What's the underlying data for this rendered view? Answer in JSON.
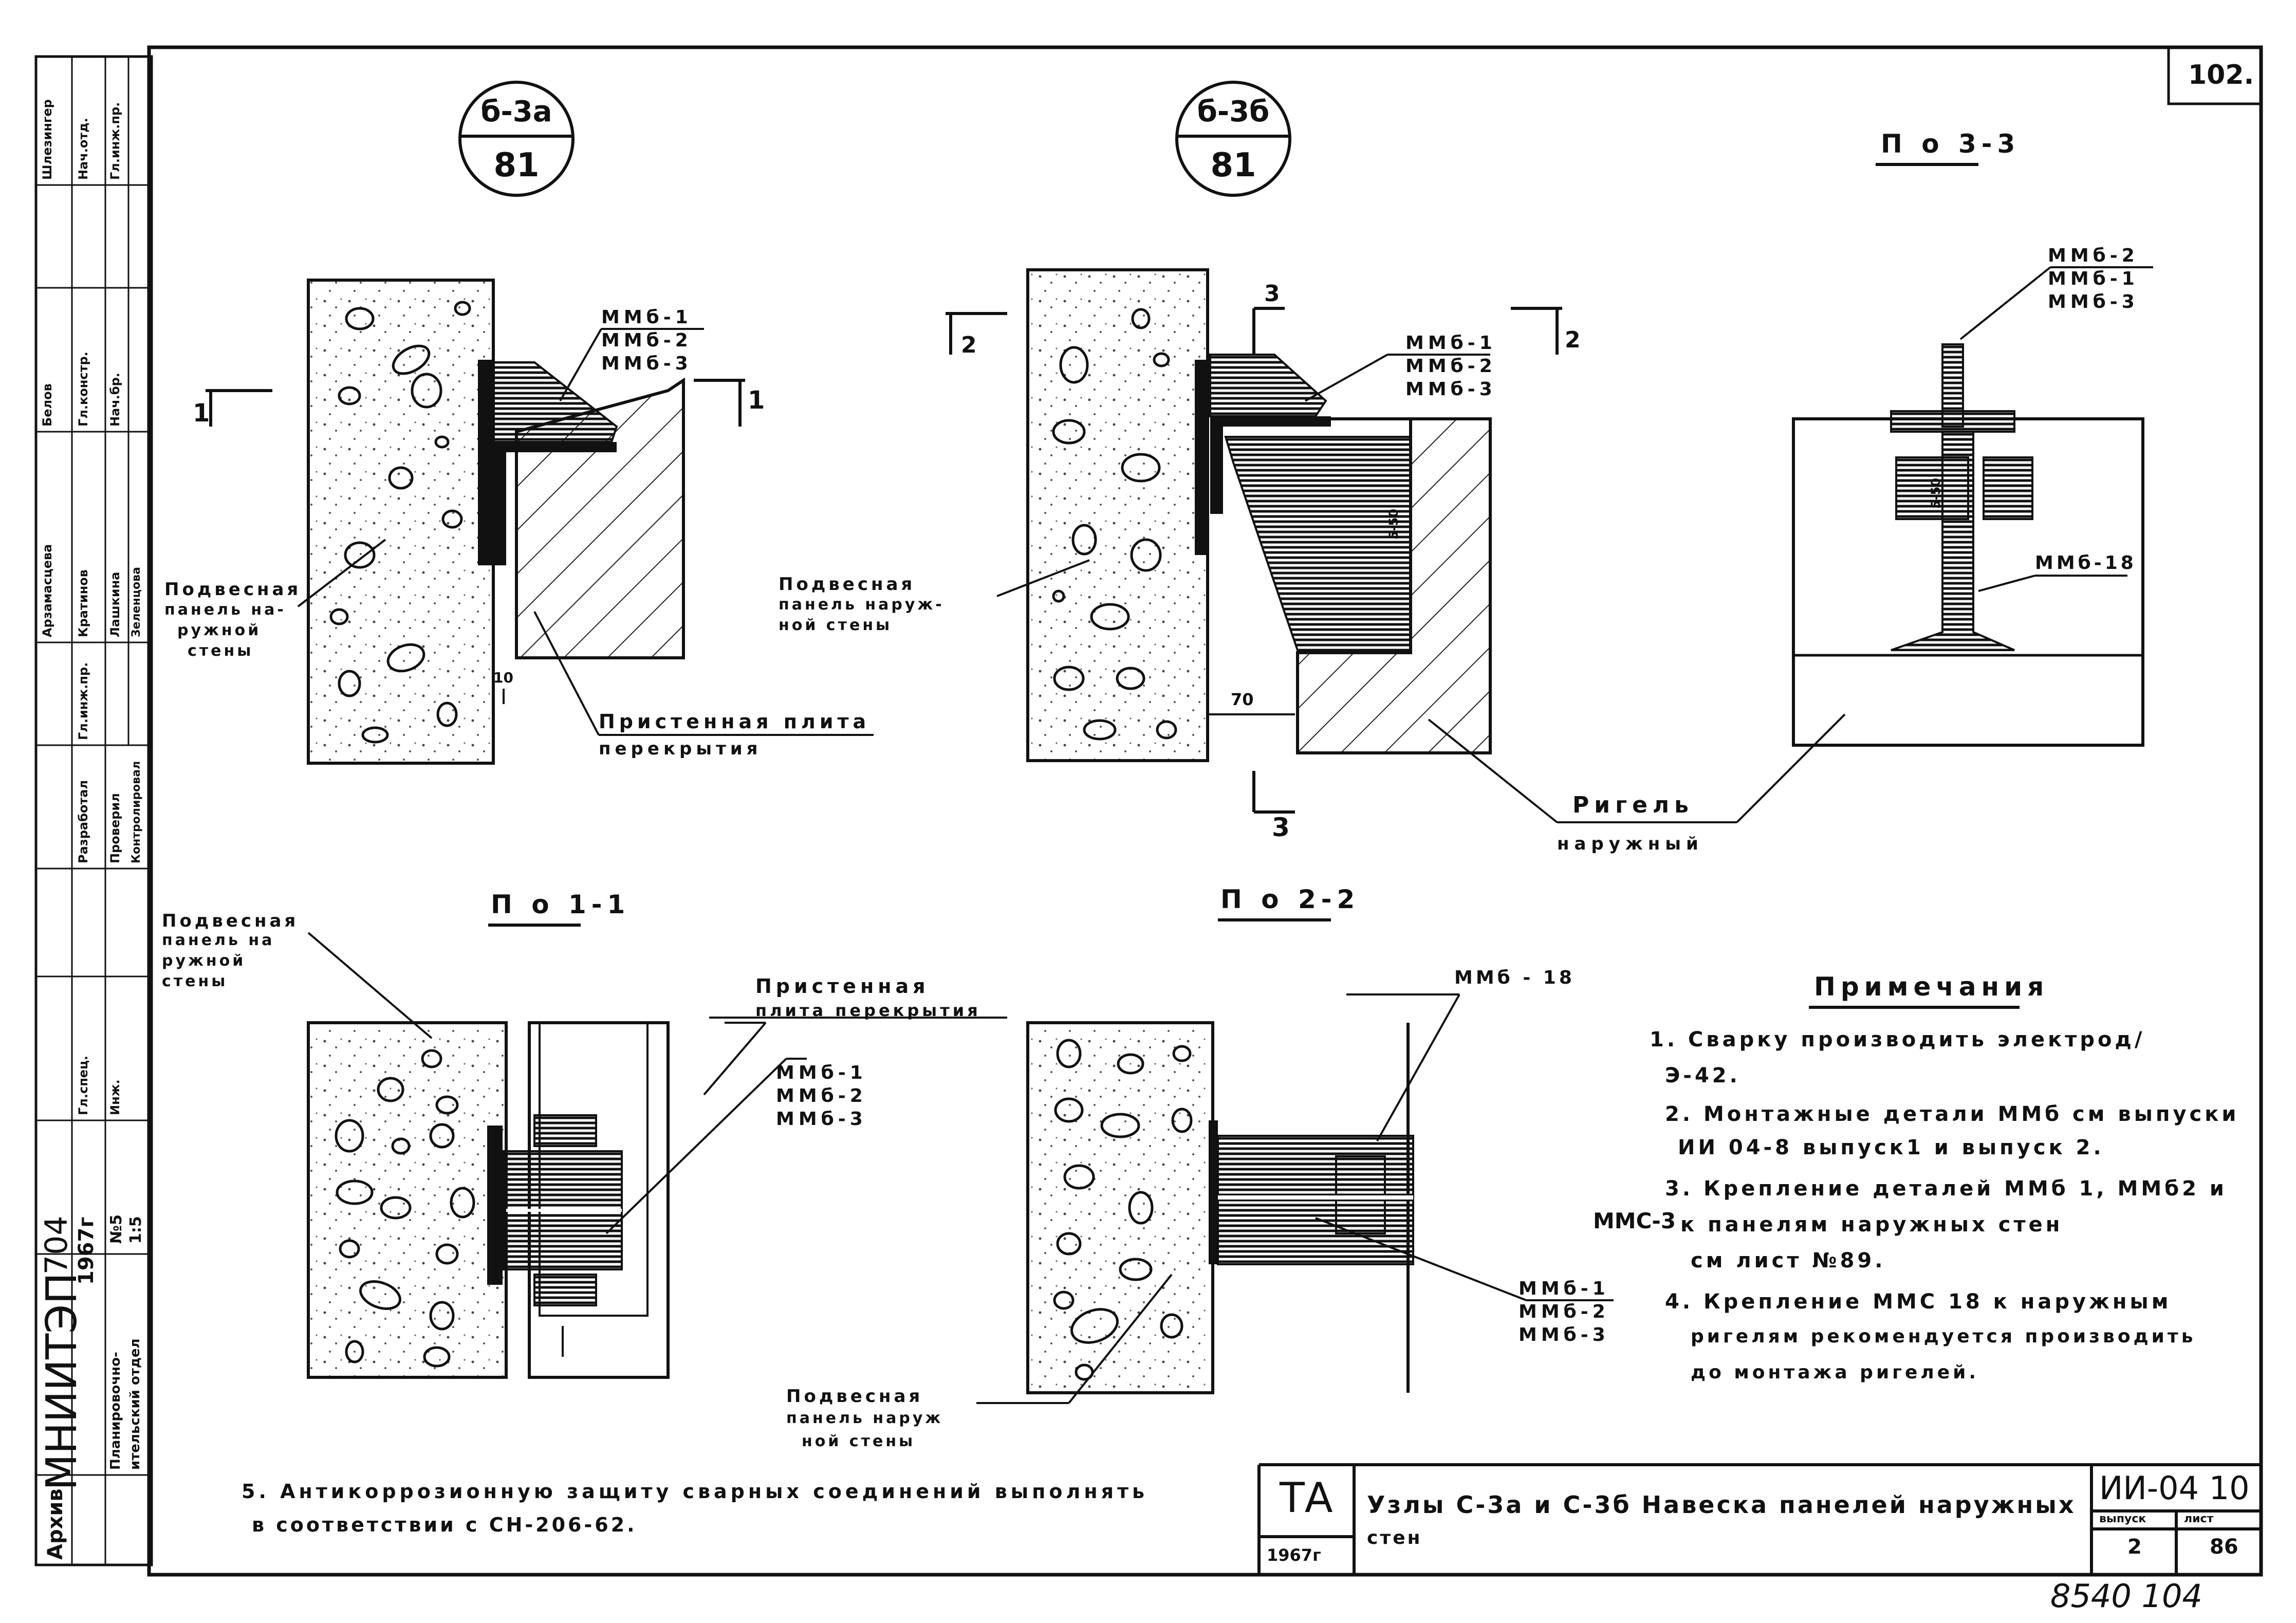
{
  "sheet": {
    "page_number": "102.",
    "bottom_number": "8540 104",
    "org": "МНИИТЭП",
    "series": "704",
    "year_small": "1967г",
    "scale_label": "№5",
    "scale": "1:5",
    "dept_line1": "Планировочно-",
    "dept_line2": "ительский отдел"
  },
  "callouts": [
    {
      "top": "б-3а",
      "bottom": "81"
    },
    {
      "top": "б-3б",
      "bottom": "81"
    }
  ],
  "section_titles": {
    "s33": "П о 3-3",
    "s11": "П о 1-1",
    "s22": "П о 2-2"
  },
  "labels": {
    "mms_group_a": [
      "ММб-1",
      "ММб-2",
      "ММб-3"
    ],
    "mms_group_b": [
      "ММб-1",
      "ММб-2",
      "ММб-3"
    ],
    "mms_group_c": [
      "ММб-2",
      "ММб-1",
      "ММб-3"
    ],
    "mms_group_d": [
      "ММб-1",
      "ММб-2",
      "ММб-3"
    ],
    "mms_group_e": [
      "ММб-1",
      "ММб-2",
      "ММб-3"
    ],
    "mms18_a": "ММб-18",
    "mms18_b": "ММб - 18",
    "panel_a": [
      "Подвесная",
      "панель на-",
      "ружной",
      "стены"
    ],
    "panel_b": [
      "Подвесная",
      "панель наруж-",
      "ной стены"
    ],
    "panel_c": [
      "Подвесная",
      "панель на",
      "ружной",
      "стены"
    ],
    "panel_d": [
      "Подвесная",
      "панель наруж",
      "ной стены"
    ],
    "slab_a": [
      "Пристенная плита",
      "перекрытия"
    ],
    "slab_b": [
      "Пристенная",
      "плита перекрытия"
    ],
    "rigel": [
      "Ригель",
      "наружный"
    ],
    "dim_10": "10",
    "dim_70": "70",
    "cut_1": "1",
    "cut_2": "2",
    "cut_3": "3",
    "dim_50a": "5-50",
    "dim_50b": "5-50"
  },
  "notes": {
    "title": "Примечания",
    "lines": [
      "1. Сварку производить электрод/",
      "Э-42.",
      "2. Монтажные детали ММб см выпуски",
      "ИИ 04-8 выпуск1 и выпуск 2.",
      "3. Крепление деталей ММб 1, ММб2 и",
      "к панелям наружных стен",
      "см лист №89.",
      "4. Крепление ММС 18 к наружным",
      "ригелям рекомендуется производить",
      "до монтажа ригелей."
    ],
    "side_mark": "ММС-3",
    "note5_line1": "5. Антикоррозионную защиту сварных соединений выполнять",
    "note5_line2": "в соответствии с СН-206-62."
  },
  "title_block": {
    "code_left": "ТА",
    "year": "1967г",
    "title_line1": "Узлы С-3а и С-3б  Навеска панелей наружных",
    "title_line2": "стен",
    "doc_code": "ИИ-04 10",
    "vypusk_label": "выпуск",
    "vypusk": "2",
    "list_label": "лист",
    "list": "86"
  },
  "left_stamp": {
    "roles": [
      "Нач.отд.",
      "Гл.инж.пр.",
      "Гл.констр.",
      "Нач.бр.",
      "Гл.инж.пр.",
      "Разработал",
      "Проверил",
      "Контролировал",
      "Гл.спец.",
      "Инж."
    ],
    "names": [
      "Шлезингер",
      "Белов",
      "Кратинов",
      "Лашкина",
      "Зеленцова",
      "Арзамасцева"
    ],
    "bottom_word": "Архив"
  }
}
